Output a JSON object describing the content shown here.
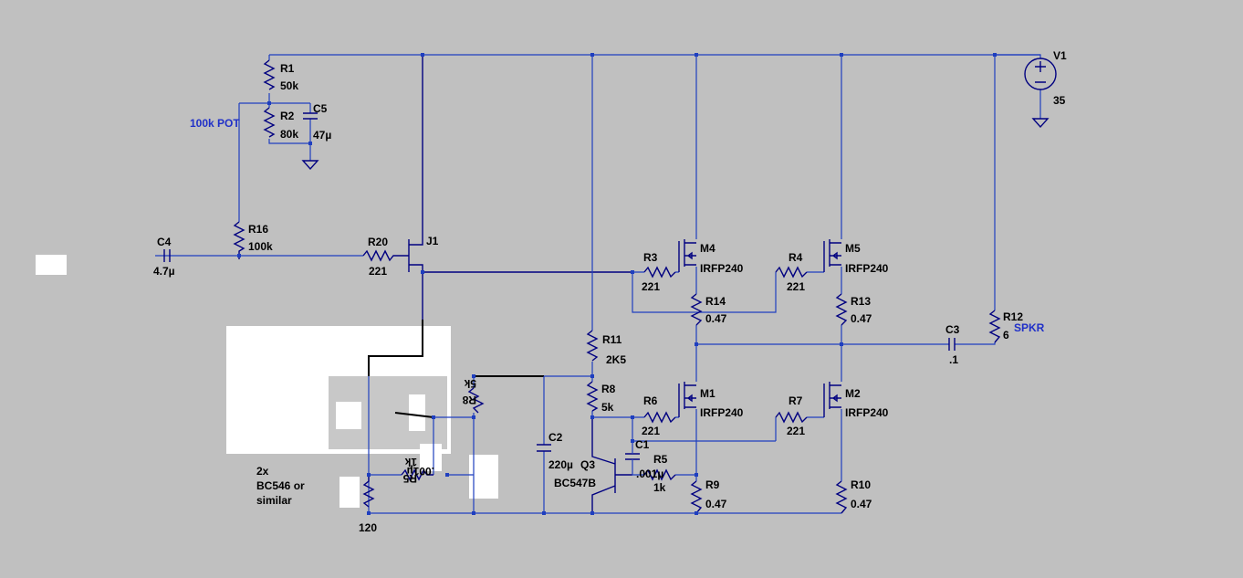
{
  "components": {
    "R1": {
      "name": "R1",
      "value": "50k"
    },
    "R2": {
      "name": "R2",
      "value": "80k"
    },
    "C5": {
      "name": "C5",
      "value": "47µ"
    },
    "pot": "100k POT",
    "R16": {
      "name": "R16",
      "value": "100k"
    },
    "C4": {
      "name": "C4",
      "value": "4.7µ"
    },
    "R20": {
      "name": "R20",
      "value": "221"
    },
    "J1": {
      "name": "J1"
    },
    "R3": {
      "name": "R3",
      "value": "221"
    },
    "M4": {
      "name": "M4",
      "value": "IRFP240"
    },
    "R14": {
      "name": "R14",
      "value": "0.47"
    },
    "R4": {
      "name": "R4",
      "value": "221"
    },
    "M5": {
      "name": "M5",
      "value": "IRFP240"
    },
    "R13": {
      "name": "R13",
      "value": "0.47"
    },
    "R11": {
      "name": "R11",
      "value": "2K5"
    },
    "R8": {
      "name": "R8",
      "value": "5k"
    },
    "R8m": {
      "name": "R8",
      "value": "5k"
    },
    "R6": {
      "name": "R6",
      "value": "221"
    },
    "M1": {
      "name": "M1",
      "value": "IRFP240"
    },
    "R7": {
      "name": "R7",
      "value": "221"
    },
    "M2": {
      "name": "M2",
      "value": "IRFP240"
    },
    "C1": {
      "name": "C1",
      "value": ".001µ"
    },
    "R5": {
      "name": "R5",
      "value": "1k"
    },
    "R5m": {
      "name": "R5",
      "value": "1k",
      "cap": ".001µ"
    },
    "R9": {
      "name": "R9",
      "value": "0.47"
    },
    "R10": {
      "name": "R10",
      "value": "0.47"
    },
    "C2": {
      "name": "C2",
      "value": "220µ"
    },
    "Q3": {
      "name": "Q3",
      "value": "BC547B"
    },
    "C3": {
      "name": "C3",
      "value": ".1"
    },
    "R12": {
      "name": "R12",
      "value": "6"
    },
    "spkr": "SPKR",
    "V1": {
      "name": "V1",
      "value": "35"
    },
    "R120": {
      "value": "120"
    }
  },
  "note": {
    "line1": "2x",
    "line2": "BC546 or",
    "line3": "similar"
  }
}
